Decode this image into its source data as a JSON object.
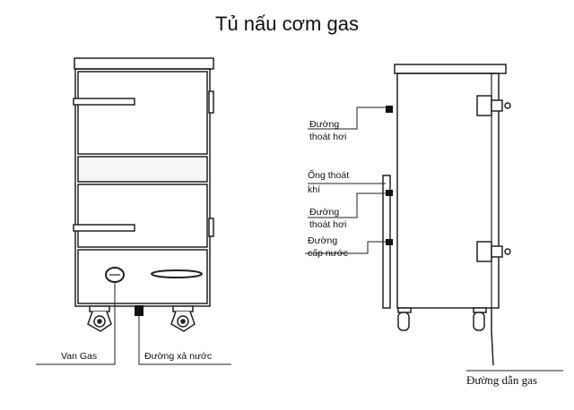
{
  "title": "Tủ nấu cơm gas",
  "front_labels": {
    "gas_valve": "Van Gas",
    "water_drain": "Đường xả nước"
  },
  "side_labels": {
    "steam_outlet_1_line1": "Đường",
    "steam_outlet_1_line2": "thoát hơi",
    "exhaust_pipe_line1": "Ống thoát",
    "exhaust_pipe_line2": "khí",
    "steam_outlet_2_line1": "Đường",
    "steam_outlet_2_line2": "thoát hơi",
    "water_supply_line1": "Đường",
    "water_supply_line2": "cấp nước",
    "gas_line": "Đường dẫn gas"
  }
}
